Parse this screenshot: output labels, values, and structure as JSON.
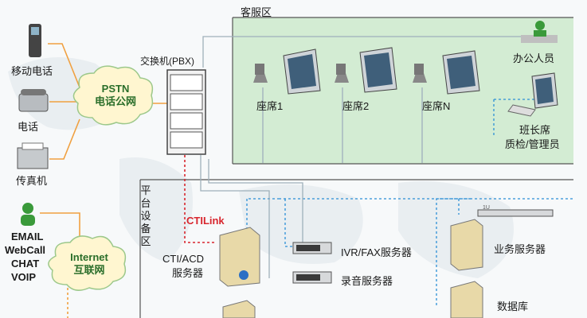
{
  "zones": {
    "customer_service": "客服区",
    "platform": "平台设备区"
  },
  "left": {
    "mobile_phone": "移动电话",
    "phone": "电话",
    "fax": "传真机",
    "channels": [
      "EMAIL",
      "WebCall",
      "CHAT",
      "VOIP"
    ]
  },
  "clouds": {
    "pstn": {
      "line1": "PSTN",
      "line2": "电话公网"
    },
    "internet": {
      "line1": "Internet",
      "line2": "互联网"
    }
  },
  "pbx": {
    "label": "交换机(PBX)"
  },
  "seats": [
    "座席1",
    "座席2",
    "座席N"
  ],
  "office": {
    "label": "办公人员"
  },
  "supervisor": {
    "line1": "班长席",
    "line2": "质检/管理员"
  },
  "ctilink": "CTILink",
  "servers": {
    "cti_acd": {
      "line1": "CTI/ACD",
      "line2": "服务器"
    },
    "ivr_fax": "IVR/FAX服务器",
    "recording": "录音服务器",
    "business": "业务服务器",
    "database": "数据库",
    "rack_unit": "1U"
  },
  "colors": {
    "green_zone": "#d3ecd3",
    "cloud_green": "#2a6e2a",
    "ctilink_red": "#d8262e",
    "line_blue": "#2b8fd6",
    "line_orange": "#f0a040"
  }
}
